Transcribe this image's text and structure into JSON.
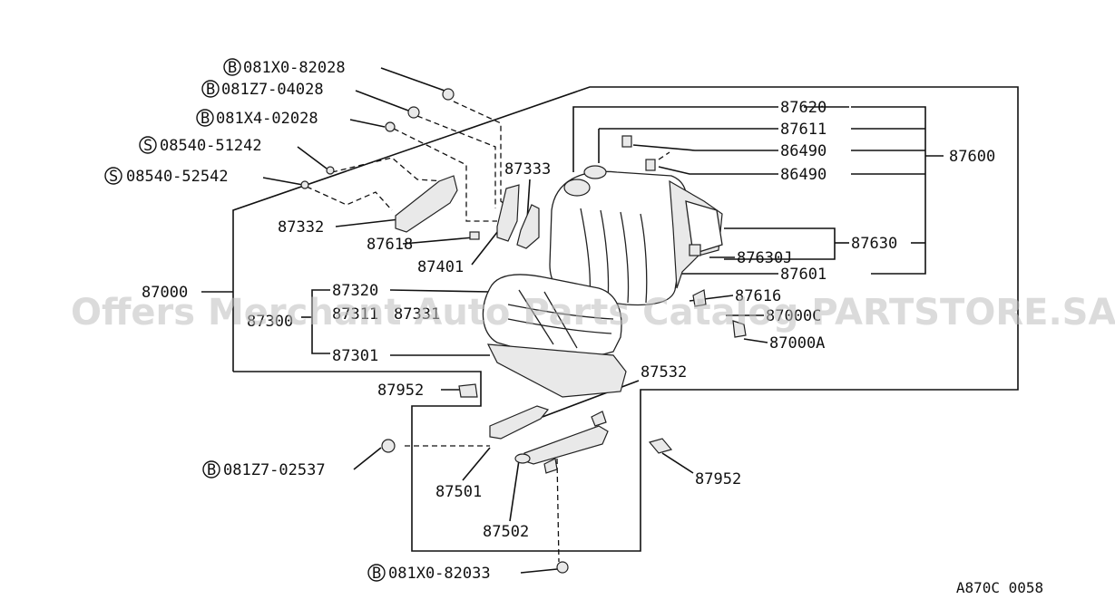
{
  "fasteners": [
    {
      "type": "B",
      "code": "081X0-82028"
    },
    {
      "type": "B",
      "code": "081Z7-04028"
    },
    {
      "type": "B",
      "code": "081X4-02028"
    },
    {
      "type": "S",
      "code": "08540-51242"
    },
    {
      "type": "S",
      "code": "08540-52542"
    },
    {
      "type": "B",
      "code": "081Z7-02537"
    },
    {
      "type": "B",
      "code": "081X0-82033"
    }
  ],
  "parts": {
    "p87620": "87620",
    "p87611": "87611",
    "p86490a": "86490",
    "p86490b": "86490",
    "p87600": "87600",
    "p87333": "87333",
    "p87332": "87332",
    "p87618": "87618",
    "p87401": "87401",
    "p87630J": "87630J",
    "p87630": "87630",
    "p87601": "87601",
    "p87000": "87000",
    "p87320": "87320",
    "p87300": "87300",
    "p87311": "87311",
    "p87331": "87331",
    "p87301": "87301",
    "p87616": "87616",
    "p87000C": "87000C",
    "p87000A": "87000A",
    "p87952a": "87952",
    "p87532": "87532",
    "p87952b": "87952",
    "p87501": "87501",
    "p87502": "87502"
  },
  "diagram_code": "A870C 0058",
  "watermark": "Offers Merchant Auto Parts Catalog PARTSTORE.SA"
}
